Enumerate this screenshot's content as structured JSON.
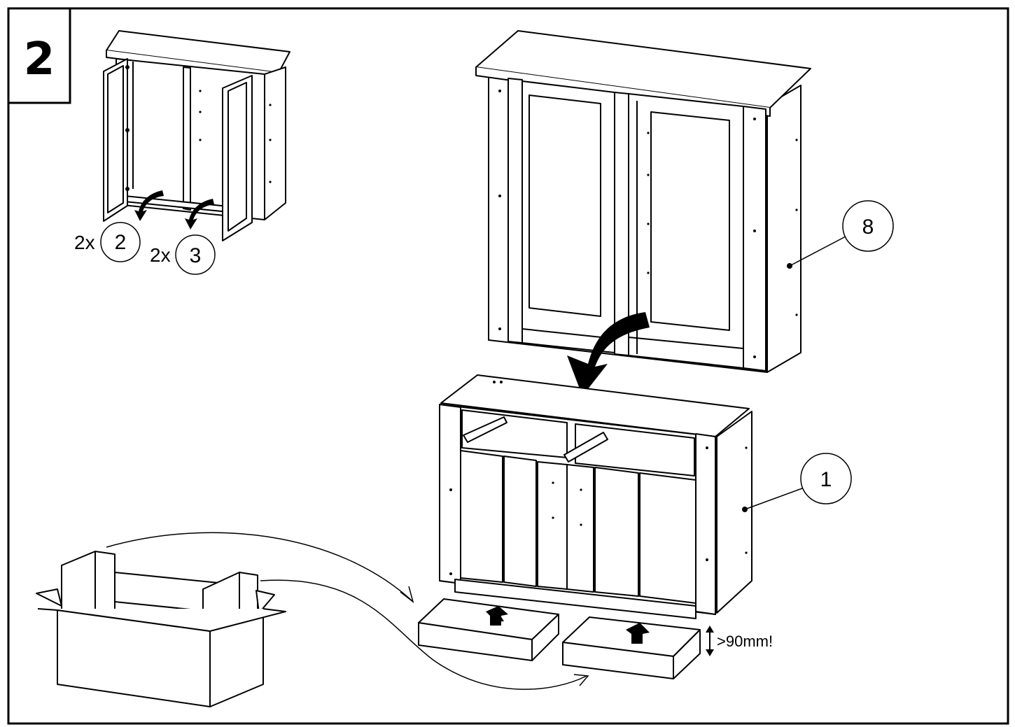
{
  "step": {
    "number": "2"
  },
  "callouts": {
    "qty_a": "2x",
    "part_a": "2",
    "qty_b": "2x",
    "part_b": "3",
    "part_hutch": "8",
    "part_base": "1"
  },
  "dimension": {
    "min_height": ">90mm!"
  },
  "colors": {
    "line": "#000000",
    "paper": "#ffffff",
    "arrow_fill": "#000000"
  }
}
